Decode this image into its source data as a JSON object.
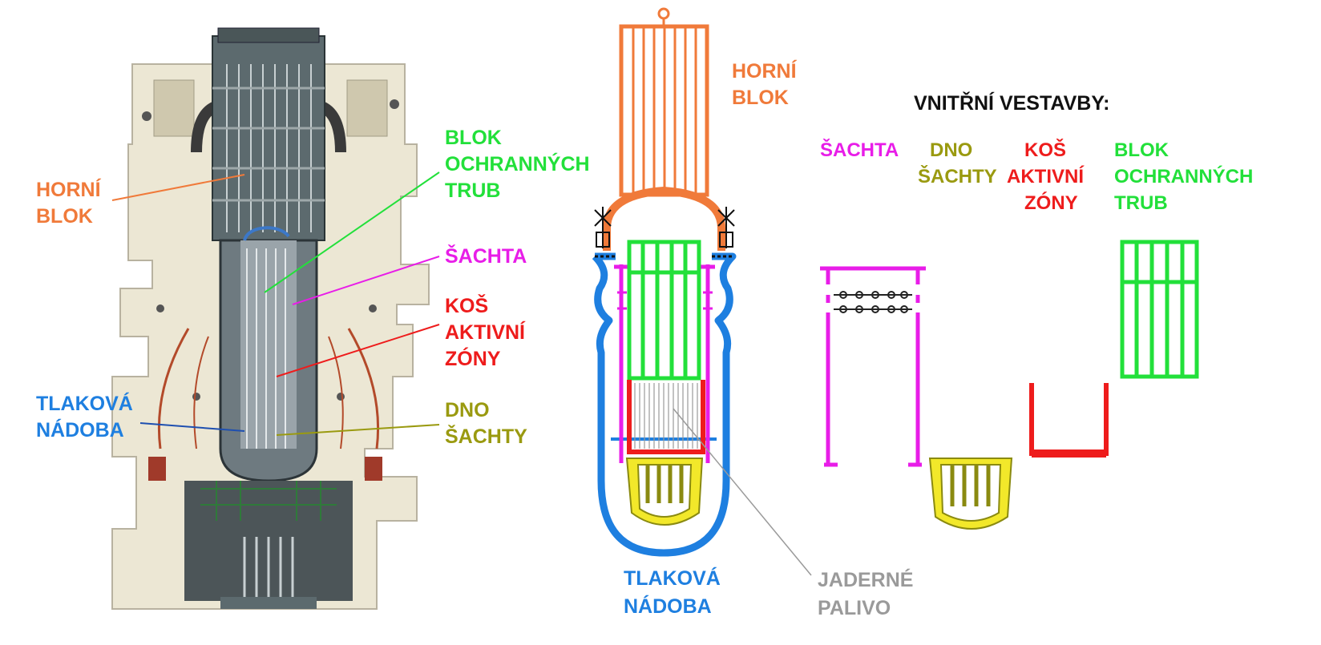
{
  "colors": {
    "upper_block": "#f07a3a",
    "guide_tubes": "#22e03a",
    "shaft": "#e81de8",
    "core_basket": "#ee1c1c",
    "pressure_vessel": "#1e7fe0",
    "shaft_bottom": "#9a9a10",
    "shaft_bottom_fill": "#f2e82a",
    "fuel": "#9a9a9a",
    "internals_heading": "#111111"
  },
  "cutaway_labels": {
    "upper_block": [
      "HORNÍ",
      "BLOK"
    ],
    "guide_tubes": [
      "BLOK",
      "OCHRANNÝCH",
      "TRUB"
    ],
    "shaft": [
      "ŠACHTA"
    ],
    "core_basket": [
      "KOŠ",
      "AKTIVNÍ",
      "ZÓNY"
    ],
    "pressure_vessel": [
      "TLAKOVÁ",
      "NÁDOBA"
    ],
    "shaft_bottom": [
      "DNO",
      "ŠACHTY"
    ]
  },
  "schematic_labels": {
    "upper_block": [
      "HORNÍ",
      "BLOK"
    ],
    "pressure_vessel": [
      "TLAKOVÁ",
      "NÁDOBA"
    ],
    "fuel": [
      "JADERNÉ",
      "PALIVO"
    ]
  },
  "internals": {
    "heading": "VNITŘNÍ VESTAVBY:",
    "shaft": [
      "ŠACHTA"
    ],
    "shaft_bottom": [
      "DNO",
      "ŠACHTY"
    ],
    "core_basket": [
      "KOŠ",
      "AKTIVNÍ",
      "ZÓNY"
    ],
    "guide_tubes": [
      "BLOK",
      "OCHRANNÝCH",
      "TRUB"
    ]
  }
}
